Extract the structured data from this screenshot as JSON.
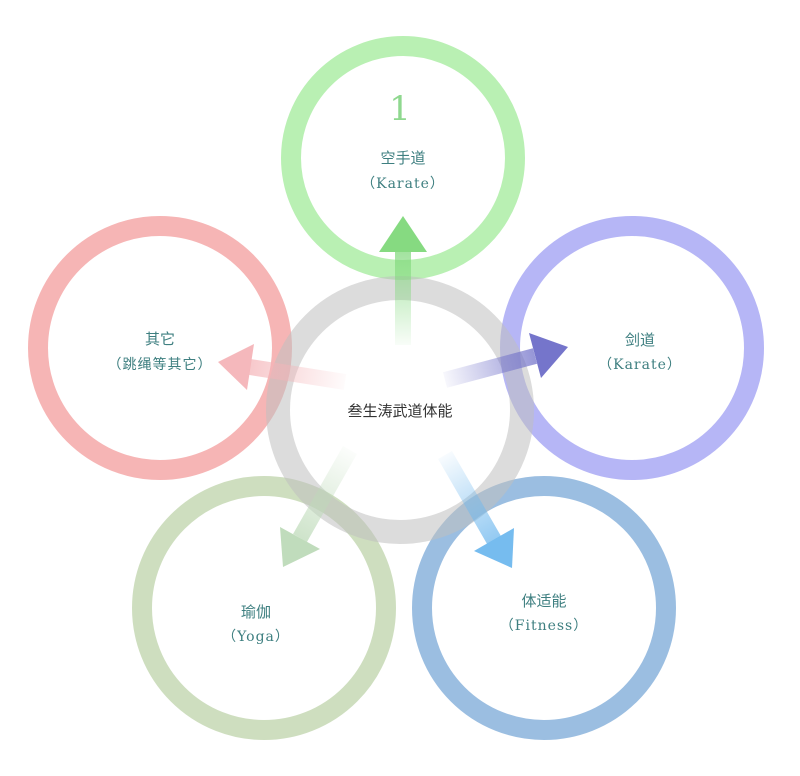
{
  "center": {
    "label": "叁生涛武道体能",
    "color": "#bfbfbf"
  },
  "nodes": [
    {
      "id": "karate",
      "number": "1",
      "title": "空手道",
      "subtitle": "（Karate）",
      "color": "#a8eca0",
      "arrow_color": "#7fd87a"
    },
    {
      "id": "kendo",
      "number": "",
      "title": "剑道",
      "subtitle": "（Karate）",
      "color": "#a9a9f5",
      "arrow_color": "#6e6ec8"
    },
    {
      "id": "fitness",
      "number": "",
      "title": "体适能",
      "subtitle": "（Fitness）",
      "color": "#8ab3dc",
      "arrow_color": "#6fb8ee"
    },
    {
      "id": "yoga",
      "number": "",
      "title": "瑜伽",
      "subtitle": "（Yoga）",
      "color": "#c6d8b4",
      "arrow_color": "#bddab8"
    },
    {
      "id": "other",
      "number": "",
      "title": "其它",
      "subtitle": "（跳绳等其它）",
      "color": "#f4a8a8",
      "arrow_color": "#f4b4b8"
    }
  ]
}
